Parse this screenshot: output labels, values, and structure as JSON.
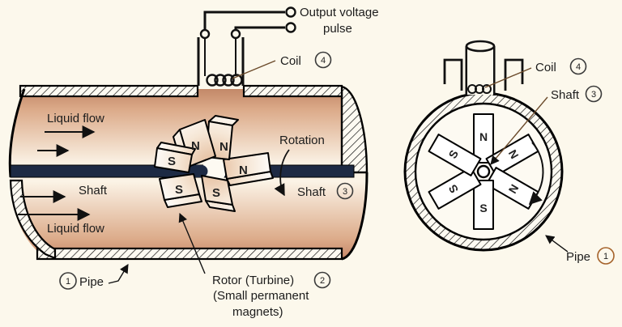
{
  "diagram": {
    "side_view": {
      "output_line1": "Output voltage",
      "output_line2": "pulse",
      "coil_label": "Coil",
      "coil_num": "4",
      "liquid_flow_top": "Liquid flow",
      "shaft_label": "Shaft",
      "rotation_label": "Rotation",
      "shaft_ref_label": "Shaft",
      "shaft_ref_num": "3",
      "liquid_flow_bottom": "Liquid flow",
      "pipe_num": "1",
      "pipe_label": "Pipe",
      "rotor_line1": "Rotor (Turbine)",
      "rotor_num": "2",
      "rotor_line2": "(Small permanent",
      "rotor_line3": "magnets)",
      "magnets": {
        "upper_left": "N",
        "upper_right": "N",
        "right": "N",
        "left": "S",
        "lower_left": "S",
        "bottom": "S"
      }
    },
    "cross_section": {
      "coil_label": "Coil",
      "coil_num": "4",
      "shaft_label": "Shaft",
      "shaft_num": "3",
      "pipe_label": "Pipe",
      "pipe_num": "1",
      "magnets": {
        "top": "N",
        "upper_right": "N",
        "lower_right": "N",
        "bottom": "S",
        "lower_left": "S",
        "upper_left": "S"
      }
    },
    "colors": {
      "background": "#fcf8ec",
      "pipe_tan": "#c98f6d",
      "shaft_navy": "#1d2a44",
      "leader_brown": "#6b4a2a",
      "pipe_badge_accent": "#a5622a"
    }
  }
}
